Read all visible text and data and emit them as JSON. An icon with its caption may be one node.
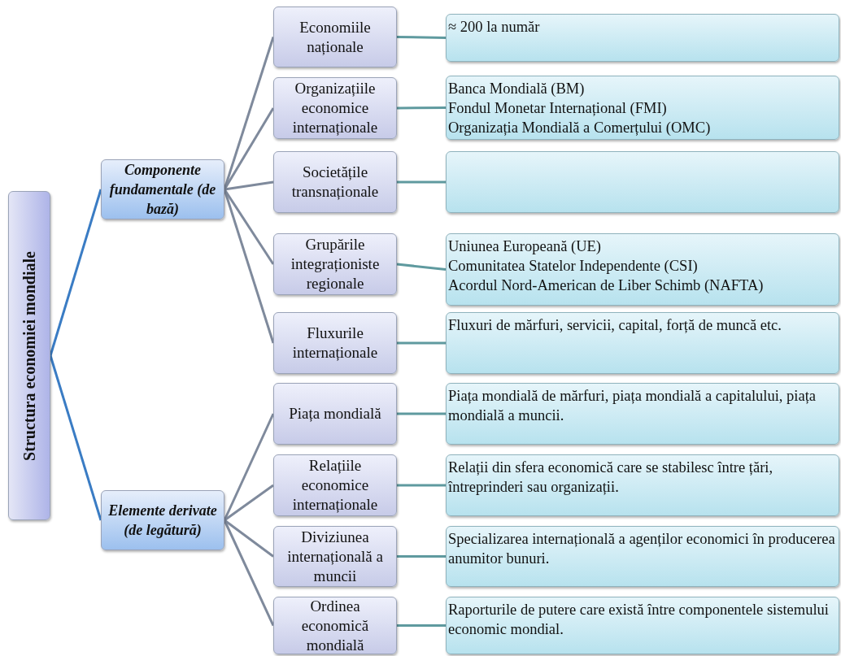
{
  "diagram": {
    "nodes": [
      {
        "text": [
          "Structura economiei mondiale"
        ]
      },
      {
        "text": [
          "Componente fundamentale (de bază)"
        ]
      },
      {
        "text": [
          "Elemente derivate (de legătură)"
        ]
      },
      {
        "text": [
          "Economiile naționale"
        ]
      },
      {
        "text": [
          "Organizațiile economice internaționale"
        ]
      },
      {
        "text": [
          "Societățile transnaționale"
        ]
      },
      {
        "text": [
          "Grupările integraționiste regionale"
        ]
      },
      {
        "text": [
          "Fluxurile internaționale"
        ]
      },
      {
        "text": [
          "Piața mondială"
        ]
      },
      {
        "text": [
          "Relațiile economice internaționale"
        ]
      },
      {
        "text": [
          "Diviziunea internațională a muncii"
        ]
      },
      {
        "text": [
          "Ordinea economică mondială"
        ]
      },
      {
        "text": [
          "≈ 200 la număr"
        ]
      },
      {
        "text": [
          "Banca Mondială (BM)",
          "Fondul Monetar Internațional (FMI)",
          "Organizația Mondială a Comerțului (OMC)"
        ]
      },
      {
        "text": [],
        "shape": "box"
      },
      {
        "text": [
          "Uniunea Europeană (UE)",
          "Comunitatea Statelor Independente (CSI)",
          "Acordul Nord-American de Liber Schimb (NAFTA)"
        ]
      },
      {
        "text": [
          "Fluxuri de mărfuri, servicii, capital, forță de muncă etc."
        ]
      },
      {
        "text": [
          "Piața mondială de mărfuri, piața mondială a capitalului, piața mondială a muncii."
        ]
      },
      {
        "text": [
          "Relații din sfera economică care se stabilesc între țări, întreprinderi sau organizații."
        ]
      },
      {
        "text": [
          "Specializarea internațională a agenților economici în producerea anumitor bunuri."
        ]
      },
      {
        "text": [
          "Raporturile de putere care există între componentele sistemului economic mondial."
        ]
      }
    ],
    "edges": [
      {
        "from": 0,
        "to": 1,
        "arrow": "none",
        "color": "#3a7cc4"
      },
      {
        "from": 0,
        "to": 2,
        "arrow": "none",
        "color": "#3a7cc4"
      },
      {
        "from": 1,
        "to": 3,
        "arrow": "none"
      },
      {
        "from": 1,
        "to": 4,
        "arrow": "none"
      },
      {
        "from": 1,
        "to": 5,
        "arrow": "none"
      },
      {
        "from": 1,
        "to": 6,
        "arrow": "none"
      },
      {
        "from": 1,
        "to": 7,
        "arrow": "none"
      },
      {
        "from": 2,
        "to": 8,
        "arrow": "none"
      },
      {
        "from": 2,
        "to": 9,
        "arrow": "none"
      },
      {
        "from": 2,
        "to": 10,
        "arrow": "none"
      },
      {
        "from": 2,
        "to": 11,
        "arrow": "none"
      },
      {
        "from": 3,
        "to": 12,
        "arrow": "none",
        "color": "#5f9a9f"
      },
      {
        "from": 4,
        "to": 13,
        "arrow": "none",
        "color": "#5f9a9f"
      },
      {
        "from": 5,
        "to": 14,
        "arrow": "none",
        "color": "#5f9a9f"
      },
      {
        "from": 6,
        "to": 15,
        "arrow": "none",
        "color": "#5f9a9f"
      },
      {
        "from": 7,
        "to": 16,
        "arrow": "none",
        "color": "#5f9a9f"
      },
      {
        "from": 8,
        "to": 17,
        "arrow": "none",
        "color": "#5f9a9f"
      },
      {
        "from": 9,
        "to": 18,
        "arrow": "none",
        "color": "#5f9a9f"
      },
      {
        "from": 10,
        "to": 19,
        "arrow": "none",
        "color": "#5f9a9f"
      },
      {
        "from": 11,
        "to": 20,
        "arrow": "none",
        "color": "#5f9a9f"
      }
    ]
  }
}
